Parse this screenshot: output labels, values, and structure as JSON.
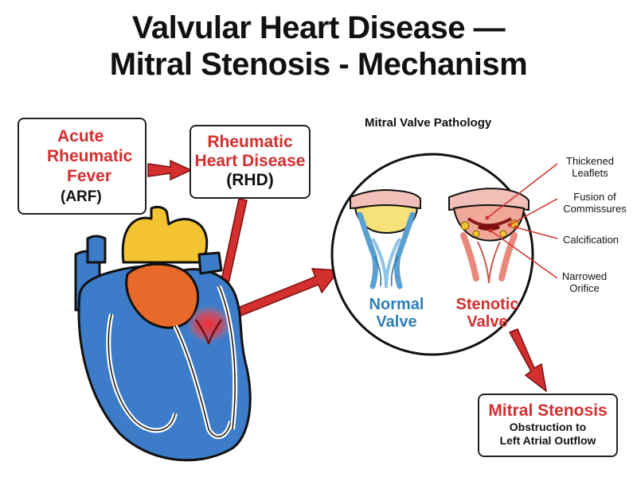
{
  "title": {
    "line1": "Valvular Heart Disease —",
    "line2": "Mitral Stenosis - Mechanism"
  },
  "arf": {
    "line1": "Acute",
    "line2": "Rheumatic",
    "line3": "Fever",
    "line4": "(ARF)"
  },
  "rhd": {
    "line1": "Rheumatic",
    "line2": "Heart Disease",
    "line3": "(RHD)"
  },
  "pathology": {
    "heading": "Mitral Valve Pathology",
    "normal_label_1": "Normal",
    "normal_label_2": "Valve",
    "stenotic_label_1": "Stenotic",
    "stenotic_label_2": "Valve",
    "callouts": {
      "thickened_1": "Thickened",
      "thickened_2": "Leaflets",
      "fusion_1": "Fusion of",
      "fusion_2": "Commissures",
      "calcification": "Calcification",
      "narrowed_1": "Narrowed",
      "narrowed_2": "Orifice"
    }
  },
  "outcome": {
    "title": "Mitral Stenosis",
    "line1": "Obstruction to",
    "line2": "Left Atrial Outflow"
  },
  "colors": {
    "accent_red": "#d32f2f",
    "heart_blue": "#3d7cc9",
    "aorta_yellow": "#f4c430",
    "atrium_orange": "#e8692a",
    "normal_blue": "#2f7fb8"
  }
}
